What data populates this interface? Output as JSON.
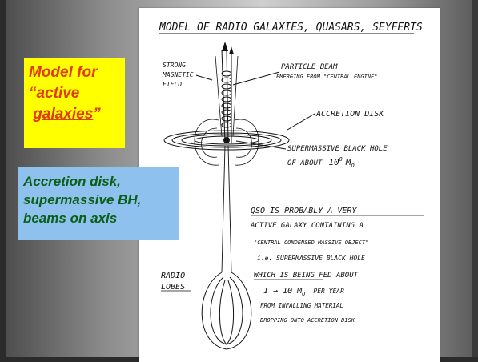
{
  "yellow_box": {
    "line1": "Model for",
    "line2_quote": "“",
    "line2_word": "active",
    "line3_word": "galaxies",
    "line3_quote": "”"
  },
  "blue_box": {
    "line1": "Accretion disk,",
    "line2": "supermassive BH,",
    "line3": "beams on axis"
  },
  "sketch": {
    "heading": "MODEL OF RADIO GALAXIES, QUASARS, SEYFERTS",
    "strong_magnetic_field": [
      "STRONG",
      "MAGNETIC",
      "FIELD"
    ],
    "particle_beam": [
      "PARTICLE BEAM",
      "EMERGING FROM \"CENTRAL ENGINE\""
    ],
    "accretion_disk": "ACCRETION DISK",
    "black_hole": [
      "SUPERMASSIVE BLACK HOLE",
      "OF ABOUT",
      "10",
      "8",
      "M",
      "O"
    ],
    "qso_note": [
      "QSO IS PROBABLY A VERY",
      "ACTIVE GALAXY CONTAINING A",
      "\"CENTRAL CONDENSED MASSIVE OBJECT\"",
      "i.e. SUPERMASSIVE BLACK HOLE",
      "WHICH IS BEING FED ABOUT",
      "1 → 10 M",
      "O",
      "PER YEAR",
      "FROM INFALLING MATERIAL",
      "DROPPING ONTO ACCRETION DISK"
    ],
    "radio_lobes": [
      "RADIO",
      "LOBES"
    ]
  },
  "colors": {
    "yellow_box_bg": "#ffff00",
    "yellow_box_text": "#e23a0a",
    "blue_box_bg": "#8fc1ee",
    "blue_box_text": "#0a5e16"
  }
}
